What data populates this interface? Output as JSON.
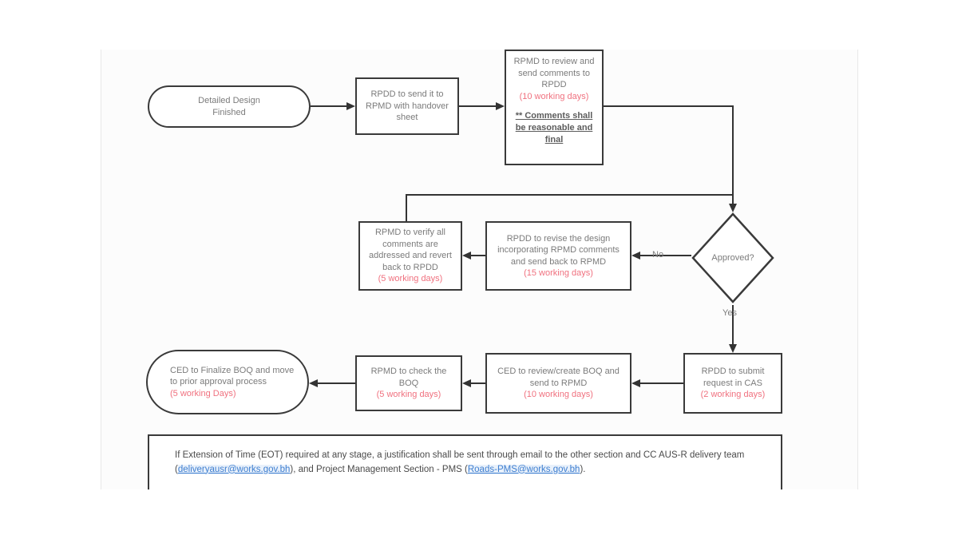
{
  "document": {
    "title": "Detailed Design to BOQ Approval Process Flowchart"
  },
  "flowchart": {
    "type": "process-flow",
    "nodes": [
      {
        "id": "start",
        "shape": "terminator",
        "label": "Detailed Design Finished",
        "line1": "Detailed Design",
        "line2": "Finished",
        "days": ""
      },
      {
        "id": "rpdd-send",
        "shape": "process",
        "label": "RPDD to send it to RPMD with handover sheet",
        "days": ""
      },
      {
        "id": "rpmd-review",
        "shape": "process",
        "label": "RPMD to review and send comments to RPDD",
        "days": "(10 working days)",
        "note": "** Comments shall be reasonable and final"
      },
      {
        "id": "approved",
        "shape": "decision",
        "label": "Approved?"
      },
      {
        "id": "rpdd-revise",
        "shape": "process",
        "label": "RPDD to revise the design incorporating RPMD comments and send back to RPMD",
        "days": "(15 working days)"
      },
      {
        "id": "rpmd-verify",
        "shape": "process",
        "label": "RPMD to verify all comments are addressed and revert back to RPDD",
        "days": "(5 working days)"
      },
      {
        "id": "rpdd-cas",
        "shape": "process",
        "label": "RPDD to submit request in CAS",
        "days": "(2 working days)"
      },
      {
        "id": "ced-boq",
        "shape": "process",
        "label": "CED to review/create BOQ and send to RPMD",
        "days": "(10 working days)"
      },
      {
        "id": "rpmd-check-boq",
        "shape": "process",
        "label": "RPMD to check the BOQ",
        "days": "(5 working days)"
      },
      {
        "id": "ced-finalize",
        "shape": "terminator",
        "label": "CED to Finalize BOQ and move to prior approval process",
        "days": "(5 working Days)"
      }
    ],
    "edge_labels": {
      "no": "No",
      "yes": "Yes"
    }
  },
  "note": {
    "text_part1": "If Extension of Time (EOT) required at any stage, a justification shall be sent through email  to the other section and CC AUS-R delivery team (",
    "email1": "deliveryausr@works.gov.bh",
    "text_part2": "), and Project Management Section - PMS (",
    "email2_line1": "Roads-",
    "email2_line2": "PMS@works.gov.bh",
    "text_part3": ")."
  },
  "colors": {
    "accent_red": "#f0717f",
    "link_blue": "#3f7fd0",
    "node_border": "#3a3a3a",
    "text_gray": "#7b7b7b"
  }
}
